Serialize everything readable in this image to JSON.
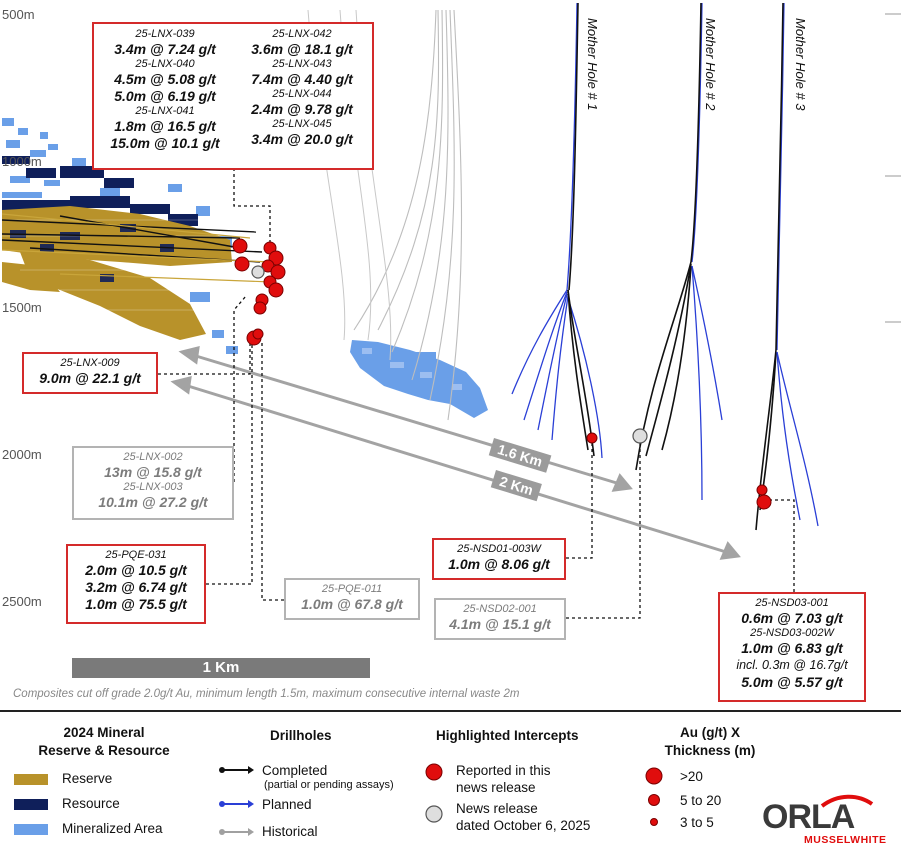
{
  "depth_labels": [
    "500m",
    "1000m",
    "1500m",
    "2000m",
    "2500m"
  ],
  "mother_holes": [
    "Mother Hole # 1",
    "Mother Hole # 2",
    "Mother Hole # 3"
  ],
  "distances": [
    "1.6 Km",
    "2 Km"
  ],
  "scale_bar": "1 Km",
  "footnote": "Composites cut off grade  2.0g/t Au, minimum length  1.5m, maximum consecutive internal waste 2m",
  "intercepts": {
    "box_lnx_039_045": {
      "left": [
        {
          "hole": "25-LNX-039",
          "value": "3.4m @ 7.24 g/t"
        },
        {
          "hole": "25-LNX-040",
          "value": "4.5m @ 5.08 g/t"
        },
        {
          "hole": "",
          "value": "5.0m @ 6.19 g/t"
        },
        {
          "hole": "25-LNX-041",
          "value": "1.8m @ 16.5 g/t"
        },
        {
          "hole": "",
          "value": "15.0m @ 10.1 g/t"
        }
      ],
      "right": [
        {
          "hole": "25-LNX-042",
          "value": "3.6m @ 18.1 g/t"
        },
        {
          "hole": "25-LNX-043",
          "value": "7.4m @ 4.40 g/t"
        },
        {
          "hole": "25-LNX-044",
          "value": "2.4m @ 9.78 g/t"
        },
        {
          "hole": "25-LNX-045",
          "value": "3.4m @ 20.0 g/t"
        }
      ]
    },
    "box_lnx_009": {
      "hole": "25-LNX-009",
      "value": "9.0m @ 22.1 g/t"
    },
    "box_lnx_002_003": {
      "hole1": "25-LNX-002",
      "value1": "13m @ 15.8 g/t",
      "hole2": "25-LNX-003",
      "value2": "10.1m @ 27.2 g/t"
    },
    "box_pqe_031": {
      "hole": "25-PQE-031",
      "values": [
        "2.0m @ 10.5 g/t",
        "3.2m @ 6.74 g/t",
        "1.0m @ 75.5 g/t"
      ]
    },
    "box_pqe_011": {
      "hole": "25-PQE-011",
      "value": "1.0m @ 67.8 g/t"
    },
    "box_nsd01": {
      "hole": "25-NSD01-003W",
      "value": "1.0m @ 8.06 g/t"
    },
    "box_nsd02": {
      "hole": "25-NSD02-001",
      "value": "4.1m @ 15.1 g/t"
    },
    "box_nsd03": {
      "hole1": "25-NSD03-001",
      "value1": "0.6m @ 7.03 g/t",
      "hole2": "25-NSD03-002W",
      "value2": "1.0m @ 6.83 g/t",
      "incl": "incl. 0.3m @ 16.7g/t",
      "value3": "5.0m @ 5.57 g/t"
    }
  },
  "legend": {
    "resource": {
      "title": "2024 Mineral\nReserve & Resource",
      "items": [
        {
          "label": "Reserve",
          "color": "#b8922a"
        },
        {
          "label": "Resource",
          "color": "#0f1f5a"
        },
        {
          "label": "Mineralized Area",
          "color": "#6a9fe8"
        }
      ]
    },
    "drillholes": {
      "title": "Drillholes",
      "completed": "Completed",
      "completed_sub": "(partial or pending assays)",
      "planned": "Planned",
      "historical": "Historical"
    },
    "highlighted": {
      "title": "Highlighted Intercepts",
      "reported": "Reported in this\nnews release",
      "news": "News release\ndated October 6, 2025"
    },
    "grade": {
      "title": "Au (g/t) X\nThickness (m)",
      "items": [
        ">20",
        "5 to 20",
        "3 to 5"
      ]
    }
  },
  "logo": {
    "text": "ORLA",
    "sub": "MUSSELWHITE"
  }
}
